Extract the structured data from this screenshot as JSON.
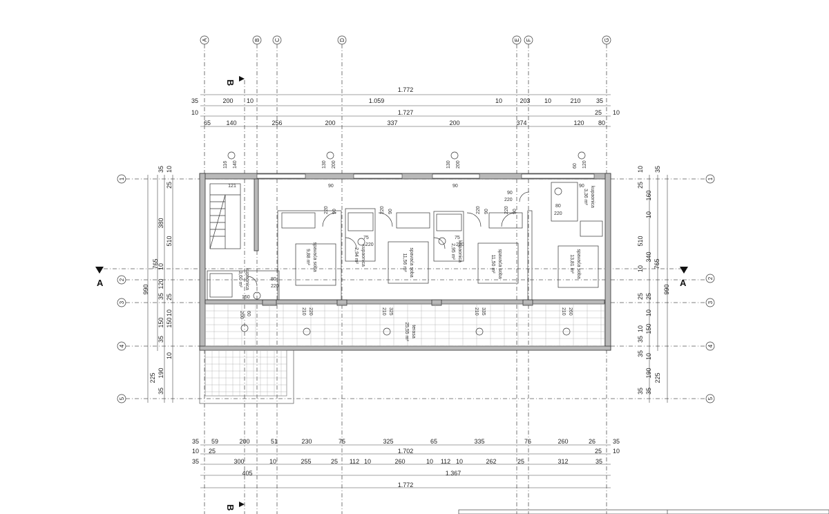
{
  "axes": {
    "letters": [
      "A",
      "B",
      "C",
      "D",
      "E",
      "F",
      "G"
    ],
    "numbers": [
      "1",
      "2",
      "3",
      "4",
      "5"
    ]
  },
  "sections": {
    "b": "B",
    "a": "A"
  },
  "top_dims": {
    "total": "1.772",
    "row1": [
      "35",
      "200",
      "10",
      "1.059",
      "10",
      "203",
      "10",
      "210",
      "35"
    ],
    "row2_total": "1.727",
    "row2_ends": [
      "10",
      "25",
      "10"
    ],
    "row3": [
      "65",
      "140",
      "256",
      "200",
      "337",
      "200",
      "374",
      "120",
      "80"
    ]
  },
  "bottom_dims": {
    "row1": [
      "35",
      "59",
      "200",
      "51",
      "230",
      "75",
      "325",
      "65",
      "335",
      "76",
      "260",
      "26",
      "35"
    ],
    "row2_total": "1.702",
    "row2_ends": [
      "10",
      "25",
      "25",
      "10"
    ],
    "row3": [
      "35",
      "300",
      "10",
      "255",
      "25",
      "112",
      "10",
      "260",
      "10",
      "112",
      "10",
      "262",
      "25",
      "312",
      "35"
    ],
    "row4": [
      "405",
      "1.367"
    ],
    "total": "1.772"
  },
  "left_dims": {
    "outer": "990",
    "mid": "765",
    "col_a": [
      "35",
      "380",
      "10",
      "120",
      "35",
      "150",
      "35",
      "190",
      "35"
    ],
    "col_b": [
      "10",
      "25",
      "510",
      "25",
      "10",
      "150",
      "10",
      "225"
    ]
  },
  "right_dims": {
    "outer": "990",
    "mid": "765",
    "col_a": [
      "10",
      "25",
      "160",
      "10",
      "510",
      "340",
      "10",
      "25",
      "10",
      "150",
      "10",
      "190",
      "35"
    ],
    "col_b": [
      "35",
      "25",
      "10",
      "35",
      "35",
      "225",
      "35",
      "25",
      "10",
      "35"
    ]
  },
  "windows": [
    "116",
    "140",
    "130",
    "200",
    "130",
    "200",
    "60",
    "120"
  ],
  "openings": [
    "121",
    "90",
    "90",
    "90",
    "220"
  ],
  "rooms": [
    {
      "name": "spavaća soba",
      "area": "9,88 m²"
    },
    {
      "name": "kupaonica",
      "area": "2,94 m²"
    },
    {
      "name": "spavaća soba",
      "area": "11,56 m²"
    },
    {
      "name": "kupaonica",
      "area": "2,95 m²"
    },
    {
      "name": "spavaća soba",
      "area": "11,50 m²"
    },
    {
      "name": "spavaća soba",
      "area": "13,81 m²"
    },
    {
      "name": "kupaonica",
      "area": "3,36 m²"
    },
    {
      "name": "kupaonica",
      "area": "3,60 m²"
    },
    {
      "name": "terasa",
      "area": "25,55 m²"
    }
  ],
  "door_dims": [
    "220",
    "90",
    "220",
    "90",
    "220",
    "90",
    "220",
    "90",
    "75",
    "220",
    "75",
    "220",
    "80",
    "220",
    "80",
    "220",
    "150",
    "80",
    "80"
  ],
  "terrace_dims": [
    "200",
    "60",
    "210",
    "220",
    "210",
    "325",
    "210",
    "335",
    "210",
    "260",
    "210"
  ]
}
